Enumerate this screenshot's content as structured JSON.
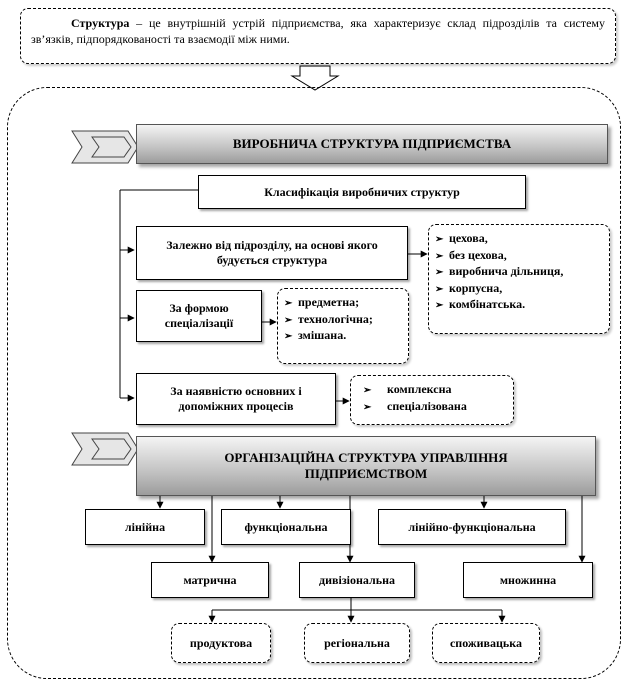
{
  "definition": {
    "term": "Структура",
    "text": " – це внутрішній устрій підприємства, яка характеризує склад підрозділів та систему зв’язків, підпорядкованості та взаємодії між ними."
  },
  "production": {
    "title": "ВИРОБНИЧА СТРУКТУРА ПІДПРИЄМСТВА",
    "classification": "Класифікація виробничих структур",
    "criteria": [
      {
        "label": "Залежно від підрозділу, на основі якого будується структура",
        "items": [
          "цехова,",
          "без цехова,",
          "виробнича дільниця,",
          "корпусна,",
          "комбінатська."
        ]
      },
      {
        "label": "За формою спеціалізації",
        "items": [
          "предметна;",
          "технологічна;",
          "змішана."
        ]
      },
      {
        "label": "За наявністю основних і допоміжних процесів",
        "items": [
          "комплексна",
          "спеціалізована"
        ]
      }
    ]
  },
  "management": {
    "title": "ОРГАНІЗАЦІЙНА СТРУКТУРА УПРАВЛІННЯ ПІДПРИЄМСТВОМ",
    "row1": [
      "лінійна",
      "функціональна",
      "лінійно-функціональна"
    ],
    "row2": [
      "матрична",
      "дивізіональна",
      "множинна"
    ],
    "divisional": [
      "продуктова",
      "регіональна",
      "споживацька"
    ]
  },
  "icons": {
    "bullet": "check-arrow-icon",
    "header_marker": "double-chevron-icon",
    "down_arrow": "block-arrow-down-icon"
  }
}
